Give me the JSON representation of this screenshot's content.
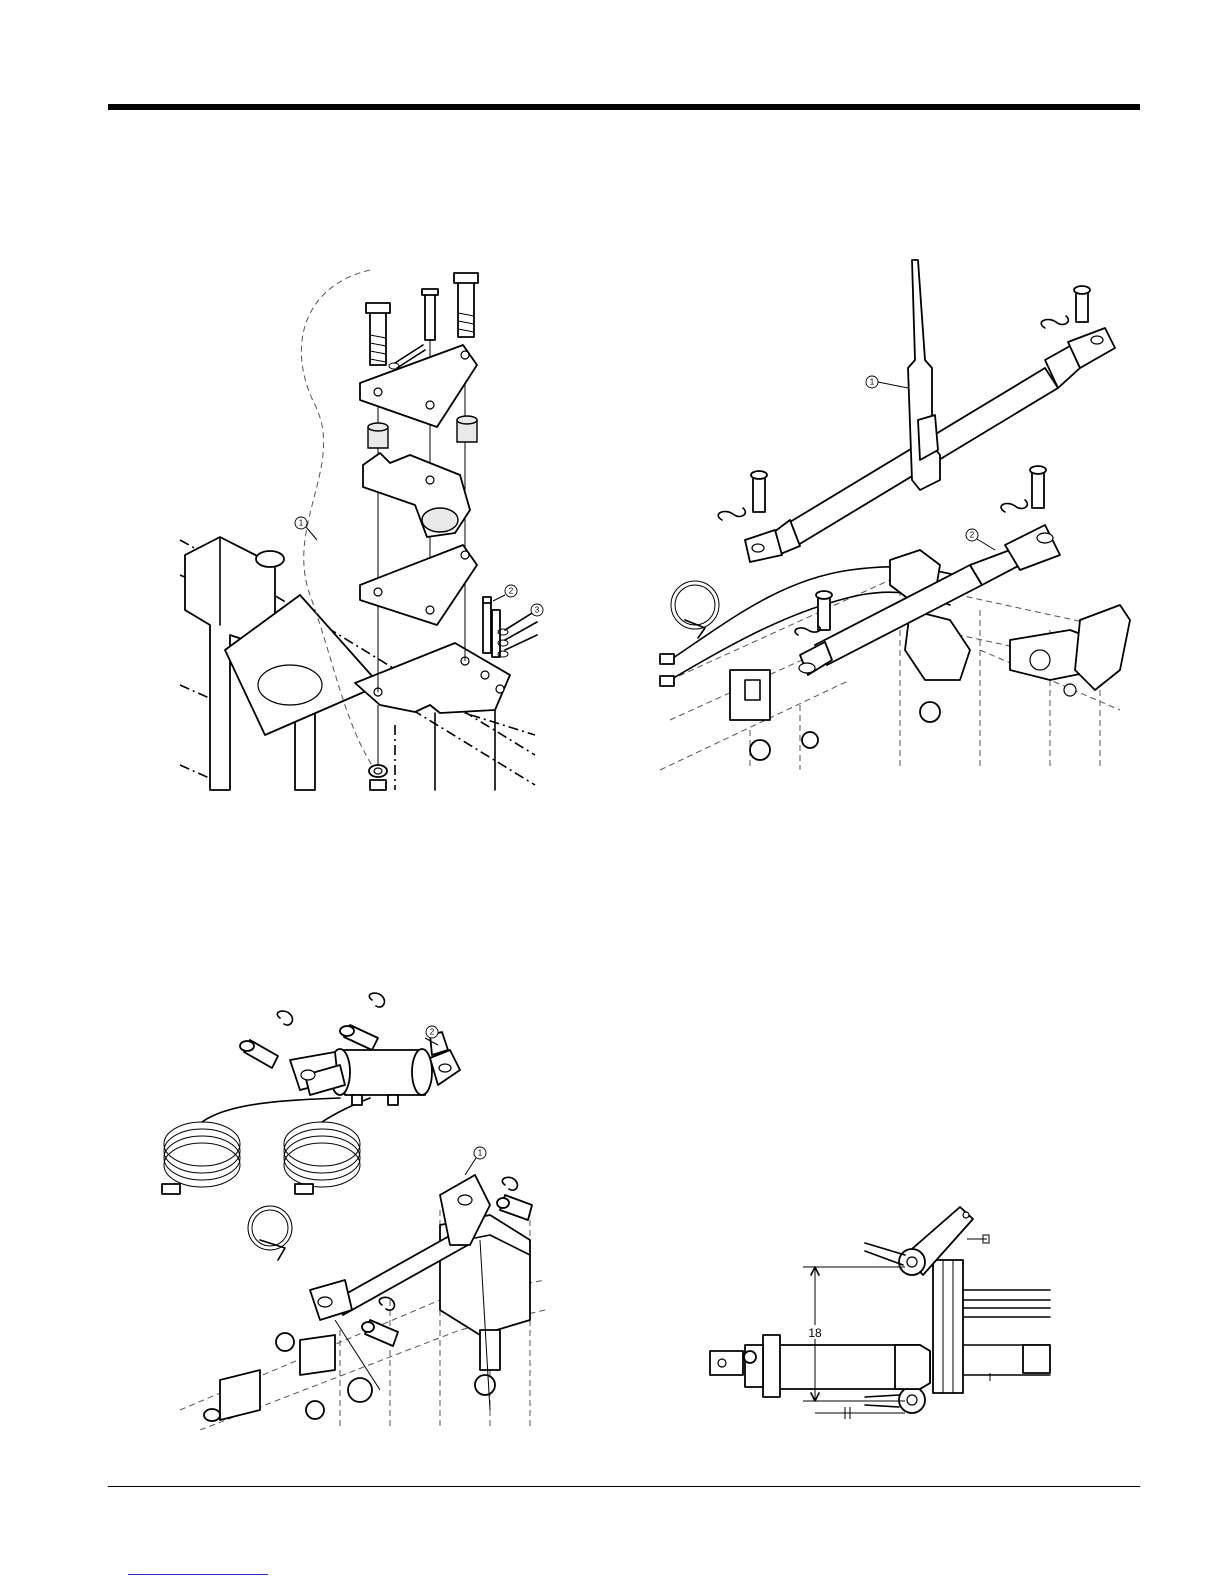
{
  "figures": {
    "pivot_bracket": {
      "callouts": [
        "1",
        "2",
        "3"
      ]
    },
    "turnbuckle": {
      "callouts": [
        "1",
        "2"
      ]
    },
    "hydraulic_cylinder": {
      "callouts": [
        "1",
        "2"
      ]
    },
    "dimension_detail": {
      "dimension": "18"
    }
  }
}
